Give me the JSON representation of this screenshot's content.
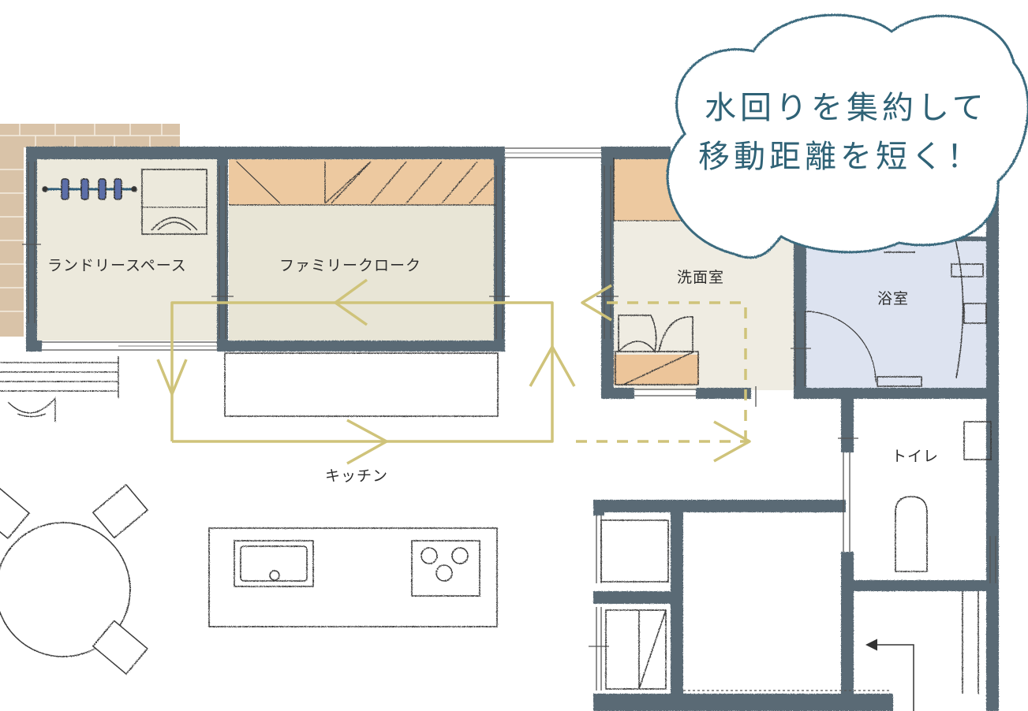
{
  "rooms": {
    "laundry": "ランドリースペース",
    "closet": "ファミリークローク",
    "washroom": "洗面室",
    "bath": "浴室",
    "toilet": "トイレ",
    "kitchen": "キッチン"
  },
  "callout": {
    "line1": "水回りを集約して",
    "line2": "移動距離を短く！"
  },
  "colors": {
    "wall": "#5a6b74",
    "floor": "#ece9dc",
    "wood": "#edc9a0",
    "bath_tile": "#dde3f0",
    "route": "#cfc37a",
    "bubble_stroke": "#3a6a7e",
    "bubble_text": "#2f6276"
  },
  "icons": {
    "hanger": "hanger-rail-icon",
    "washer": "washing-machine-icon",
    "sink": "kitchen-sink-icon",
    "stove": "stove-icon",
    "toilet": "toilet-icon",
    "table": "dining-table-icon"
  }
}
